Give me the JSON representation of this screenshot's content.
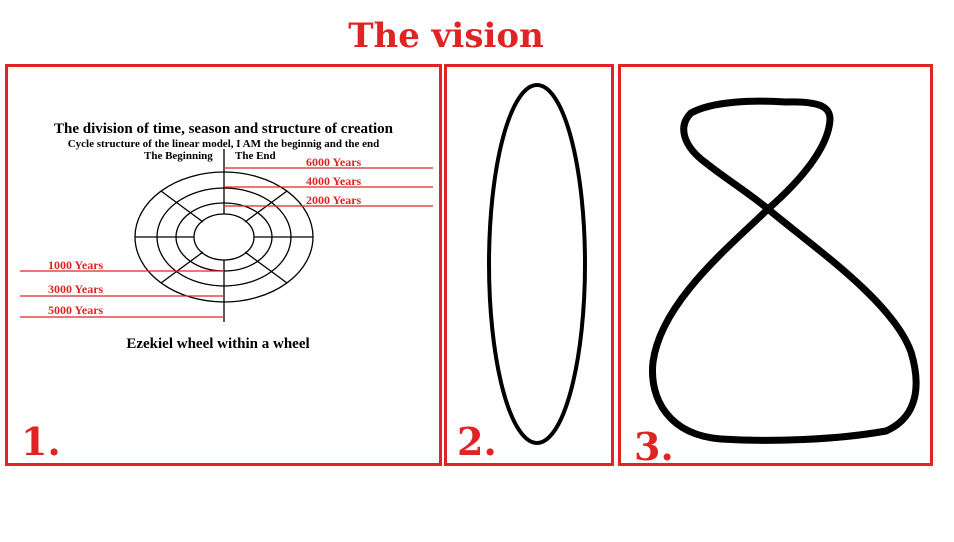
{
  "title": "The vision",
  "colors": {
    "accent": "#e02424",
    "ink": "#000000",
    "background": "#ffffff"
  },
  "panels": [
    {
      "number": "1.",
      "diagram_title": "The division of time, season and structure of creation",
      "diagram_subtitle": "Cycle structure of the linear model, I AM the beginnig and the end",
      "label_beginning": "The Beginning",
      "label_end": "The End",
      "right_labels": [
        "6000 Years",
        "4000 Years",
        "2000 Years"
      ],
      "left_labels": [
        "1000 Years",
        "3000 Years",
        "5000 Years"
      ],
      "caption": "Ezekiel wheel within a wheel"
    },
    {
      "number": "2."
    },
    {
      "number": "3."
    }
  ]
}
